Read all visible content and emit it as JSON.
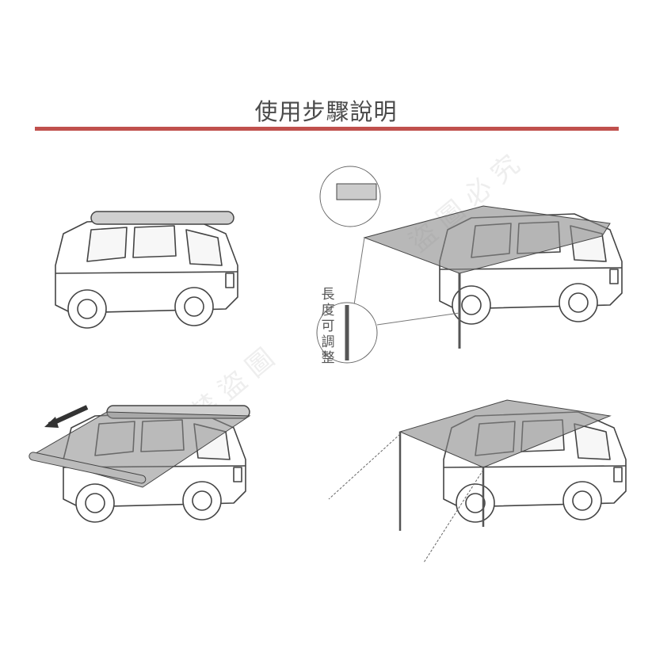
{
  "title": "使用步驟說明",
  "accent_color": "#c0504d",
  "steps": [
    {
      "label": ""
    },
    {
      "label": ""
    },
    {
      "label": ""
    },
    {
      "label": ""
    }
  ],
  "adjustable_length_label": "長度可調整",
  "watermark": "盜圖必究"
}
